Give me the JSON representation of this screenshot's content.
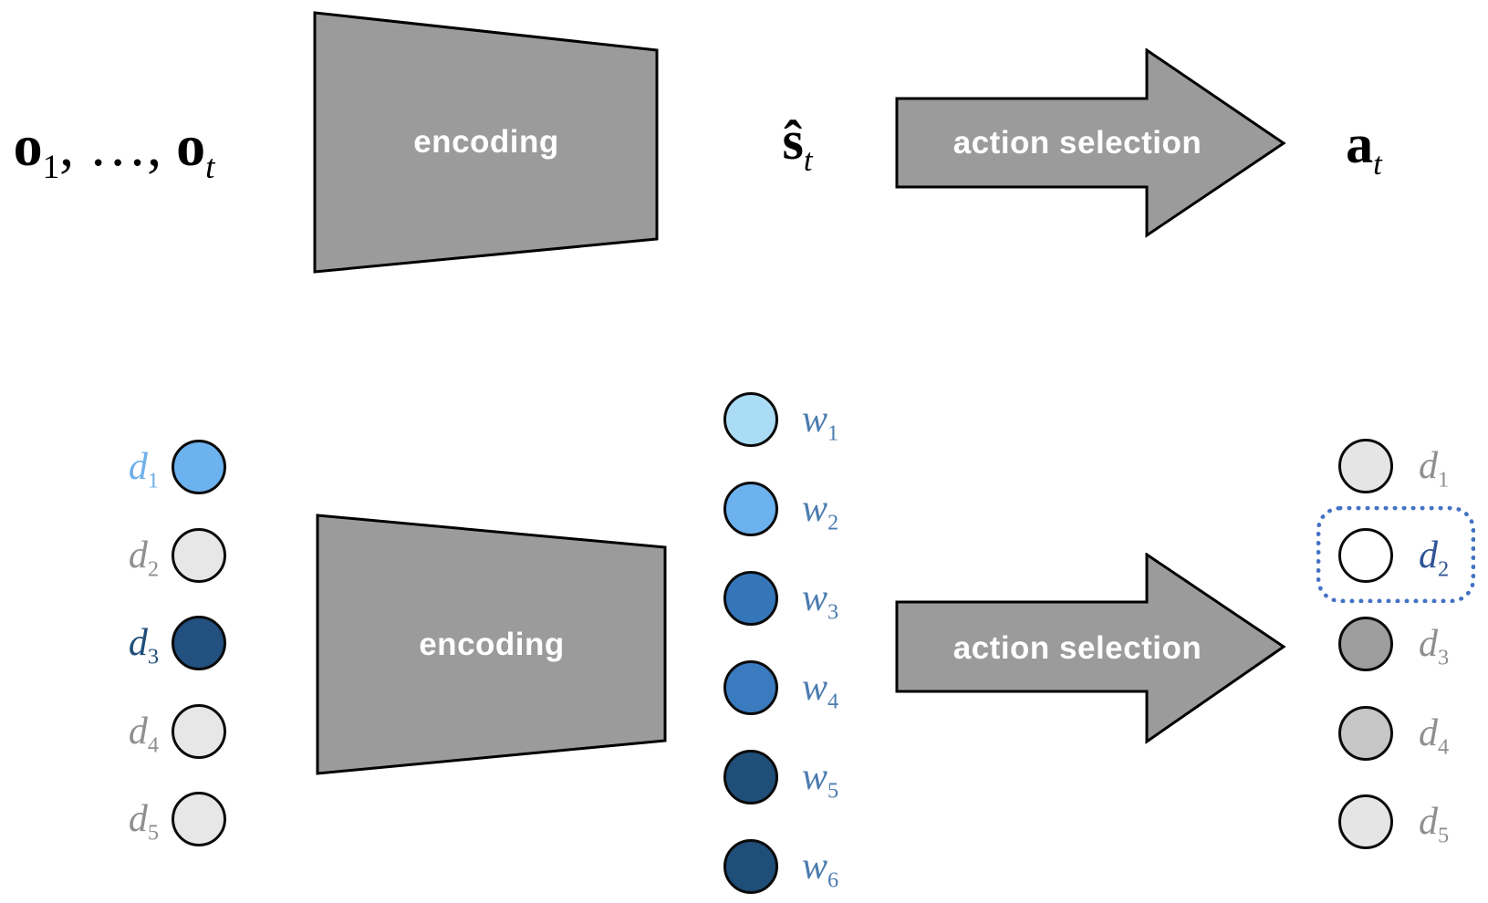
{
  "colors": {
    "canvas_bg": "#FFFFFF",
    "shape_fill": "#9B9B9B",
    "shape_label_text": "#FFFFFF",
    "selection_box": "#4472C4"
  },
  "top_row": {
    "observation_sequence": {
      "o1_base": "o",
      "o1_sub": "1",
      "separator": ", …, ",
      "ot_base": "o",
      "ot_sub": "t"
    },
    "encoding_label": "encoding",
    "state_estimate": {
      "base": "ŝ",
      "sub": "t"
    },
    "action_selection_label": "action selection",
    "action": {
      "base": "a",
      "sub": "t"
    }
  },
  "bottom_row": {
    "encoding_label": "encoding",
    "action_selection_label": "action selection",
    "input_documents": [
      {
        "base": "d",
        "sub": "1",
        "label_color": "#6FB0EA",
        "fill": "#6CB2EF"
      },
      {
        "base": "d",
        "sub": "2",
        "label_color": "#8F8F8F",
        "fill": "#E7E7E7"
      },
      {
        "base": "d",
        "sub": "3",
        "label_color": "#1F4E79",
        "fill": "#225180"
      },
      {
        "base": "d",
        "sub": "4",
        "label_color": "#8F8F8F",
        "fill": "#E7E7E7"
      },
      {
        "base": "d",
        "sub": "5",
        "label_color": "#8F8F8F",
        "fill": "#E7E7E7"
      }
    ],
    "attention_weights": [
      {
        "base": "w",
        "sub": "1",
        "label_color": "#4C7CB0",
        "fill": "#ABDCF5"
      },
      {
        "base": "w",
        "sub": "2",
        "label_color": "#4C7CB0",
        "fill": "#6CB2EF"
      },
      {
        "base": "w",
        "sub": "3",
        "label_color": "#4C7CB0",
        "fill": "#3576B9"
      },
      {
        "base": "w",
        "sub": "4",
        "label_color": "#4C7CB0",
        "fill": "#3A7BC0"
      },
      {
        "base": "w",
        "sub": "5",
        "label_color": "#4C7CB0",
        "fill": "#1F4E79"
      },
      {
        "base": "w",
        "sub": "6",
        "label_color": "#4C7CB0",
        "fill": "#1F4E79"
      }
    ],
    "output_documents": [
      {
        "base": "d",
        "sub": "1",
        "label_color": "#8F8F8F",
        "fill": "#E5E5E5",
        "selected": false
      },
      {
        "base": "d",
        "sub": "2",
        "label_color": "#2F5496",
        "fill": "#FFFFFF",
        "selected": true
      },
      {
        "base": "d",
        "sub": "3",
        "label_color": "#8F8F8F",
        "fill": "#9E9E9E",
        "selected": false
      },
      {
        "base": "d",
        "sub": "4",
        "label_color": "#8F8F8F",
        "fill": "#C6C6C6",
        "selected": false
      },
      {
        "base": "d",
        "sub": "5",
        "label_color": "#8F8F8F",
        "fill": "#E5E5E5",
        "selected": false
      }
    ]
  }
}
